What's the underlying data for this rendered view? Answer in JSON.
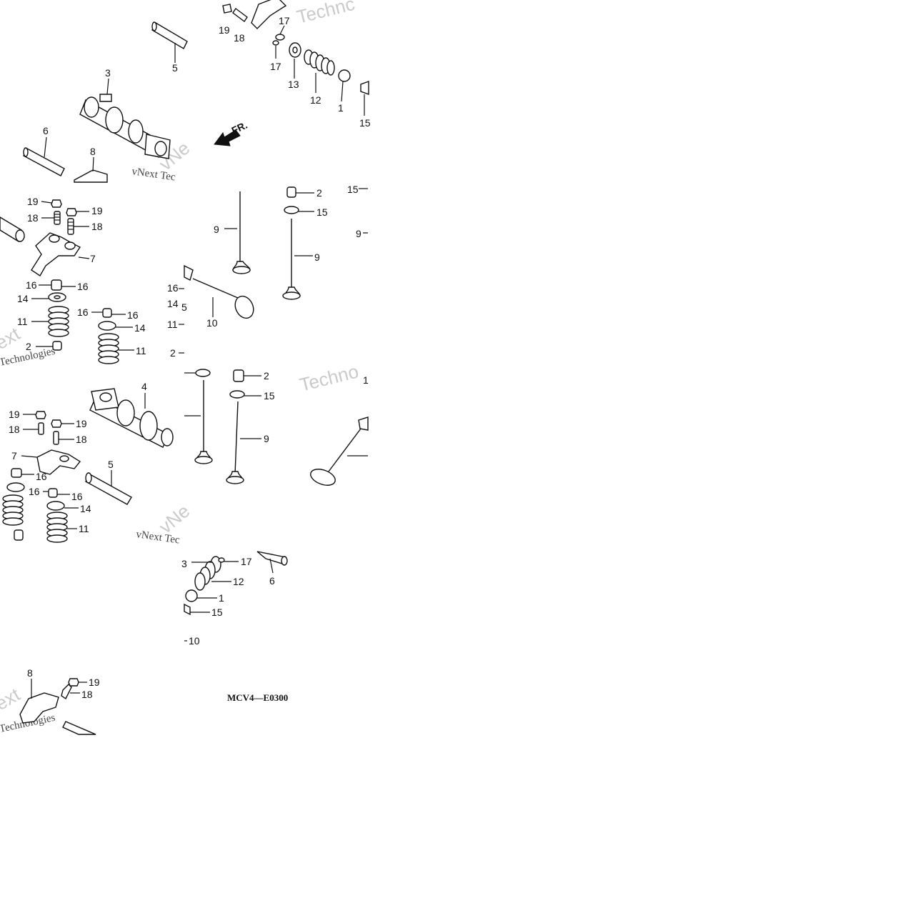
{
  "diagram": {
    "code": "MCV4—E0300",
    "direction_label": "FR.",
    "watermark_brand": "Technologies",
    "watermark_vnext": "vNext Tec",
    "watermark_fragment_a": "Technc",
    "watermark_fragment_b": "Techno",
    "watermark_fragment_c": "ext",
    "watermark_fragment_d": "vNe",
    "callouts": [
      {
        "id": "c19a",
        "text": "19"
      },
      {
        "id": "c18a",
        "text": "18"
      },
      {
        "id": "c17a",
        "text": "17"
      },
      {
        "id": "c17b",
        "text": "17"
      },
      {
        "id": "c5a",
        "text": "5"
      },
      {
        "id": "c3",
        "text": "3"
      },
      {
        "id": "c13a",
        "text": "13"
      },
      {
        "id": "c12a",
        "text": "12"
      },
      {
        "id": "c1a",
        "text": "1"
      },
      {
        "id": "c15a",
        "text": "15"
      },
      {
        "id": "c6a",
        "text": "6"
      },
      {
        "id": "c8a",
        "text": "8"
      },
      {
        "id": "c19b",
        "text": "19"
      },
      {
        "id": "c19c",
        "text": "19"
      },
      {
        "id": "c18b",
        "text": "18"
      },
      {
        "id": "c18c",
        "text": "18"
      },
      {
        "id": "c7a",
        "text": "7"
      },
      {
        "id": "c16a",
        "text": "16"
      },
      {
        "id": "c16b",
        "text": "16"
      },
      {
        "id": "c14a",
        "text": "14"
      },
      {
        "id": "c11a",
        "text": "11"
      },
      {
        "id": "c16c",
        "text": "16"
      },
      {
        "id": "c16d",
        "text": "16"
      },
      {
        "id": "c14b",
        "text": "14"
      },
      {
        "id": "c11b",
        "text": "11"
      },
      {
        "id": "c2a",
        "text": "2"
      },
      {
        "id": "c2b",
        "text": "2"
      },
      {
        "id": "c15b",
        "text": "15"
      },
      {
        "id": "c15c",
        "text": "15"
      },
      {
        "id": "c9a",
        "text": "9"
      },
      {
        "id": "c9b",
        "text": "9"
      },
      {
        "id": "c9c",
        "text": "9"
      },
      {
        "id": "c16e",
        "text": "16"
      },
      {
        "id": "c14c",
        "text": "14"
      },
      {
        "id": "c5b",
        "text": "5"
      },
      {
        "id": "c10a",
        "text": "10"
      },
      {
        "id": "c11c",
        "text": "11"
      },
      {
        "id": "c2c",
        "text": "2"
      },
      {
        "id": "c4",
        "text": "4"
      },
      {
        "id": "c2d",
        "text": "2"
      },
      {
        "id": "c15d",
        "text": "15"
      },
      {
        "id": "c9d",
        "text": "9"
      },
      {
        "id": "c1b",
        "text": "1"
      },
      {
        "id": "c19d",
        "text": "19"
      },
      {
        "id": "c19e",
        "text": "19"
      },
      {
        "id": "c18d",
        "text": "18"
      },
      {
        "id": "c18e",
        "text": "18"
      },
      {
        "id": "c7b",
        "text": "7"
      },
      {
        "id": "c16f",
        "text": "16"
      },
      {
        "id": "c5c",
        "text": "5"
      },
      {
        "id": "c16g",
        "text": "16"
      },
      {
        "id": "c16h",
        "text": "16"
      },
      {
        "id": "c14d",
        "text": "14"
      },
      {
        "id": "c11d",
        "text": "11"
      },
      {
        "id": "c13b",
        "text": "3"
      },
      {
        "id": "c17c",
        "text": "17"
      },
      {
        "id": "c12b",
        "text": "12"
      },
      {
        "id": "c6b",
        "text": "6"
      },
      {
        "id": "c1c",
        "text": "1"
      },
      {
        "id": "c15e",
        "text": "15"
      },
      {
        "id": "c10b",
        "text": "10"
      },
      {
        "id": "c8b",
        "text": "8"
      },
      {
        "id": "c19f",
        "text": "19"
      },
      {
        "id": "c18f",
        "text": "18"
      }
    ]
  }
}
